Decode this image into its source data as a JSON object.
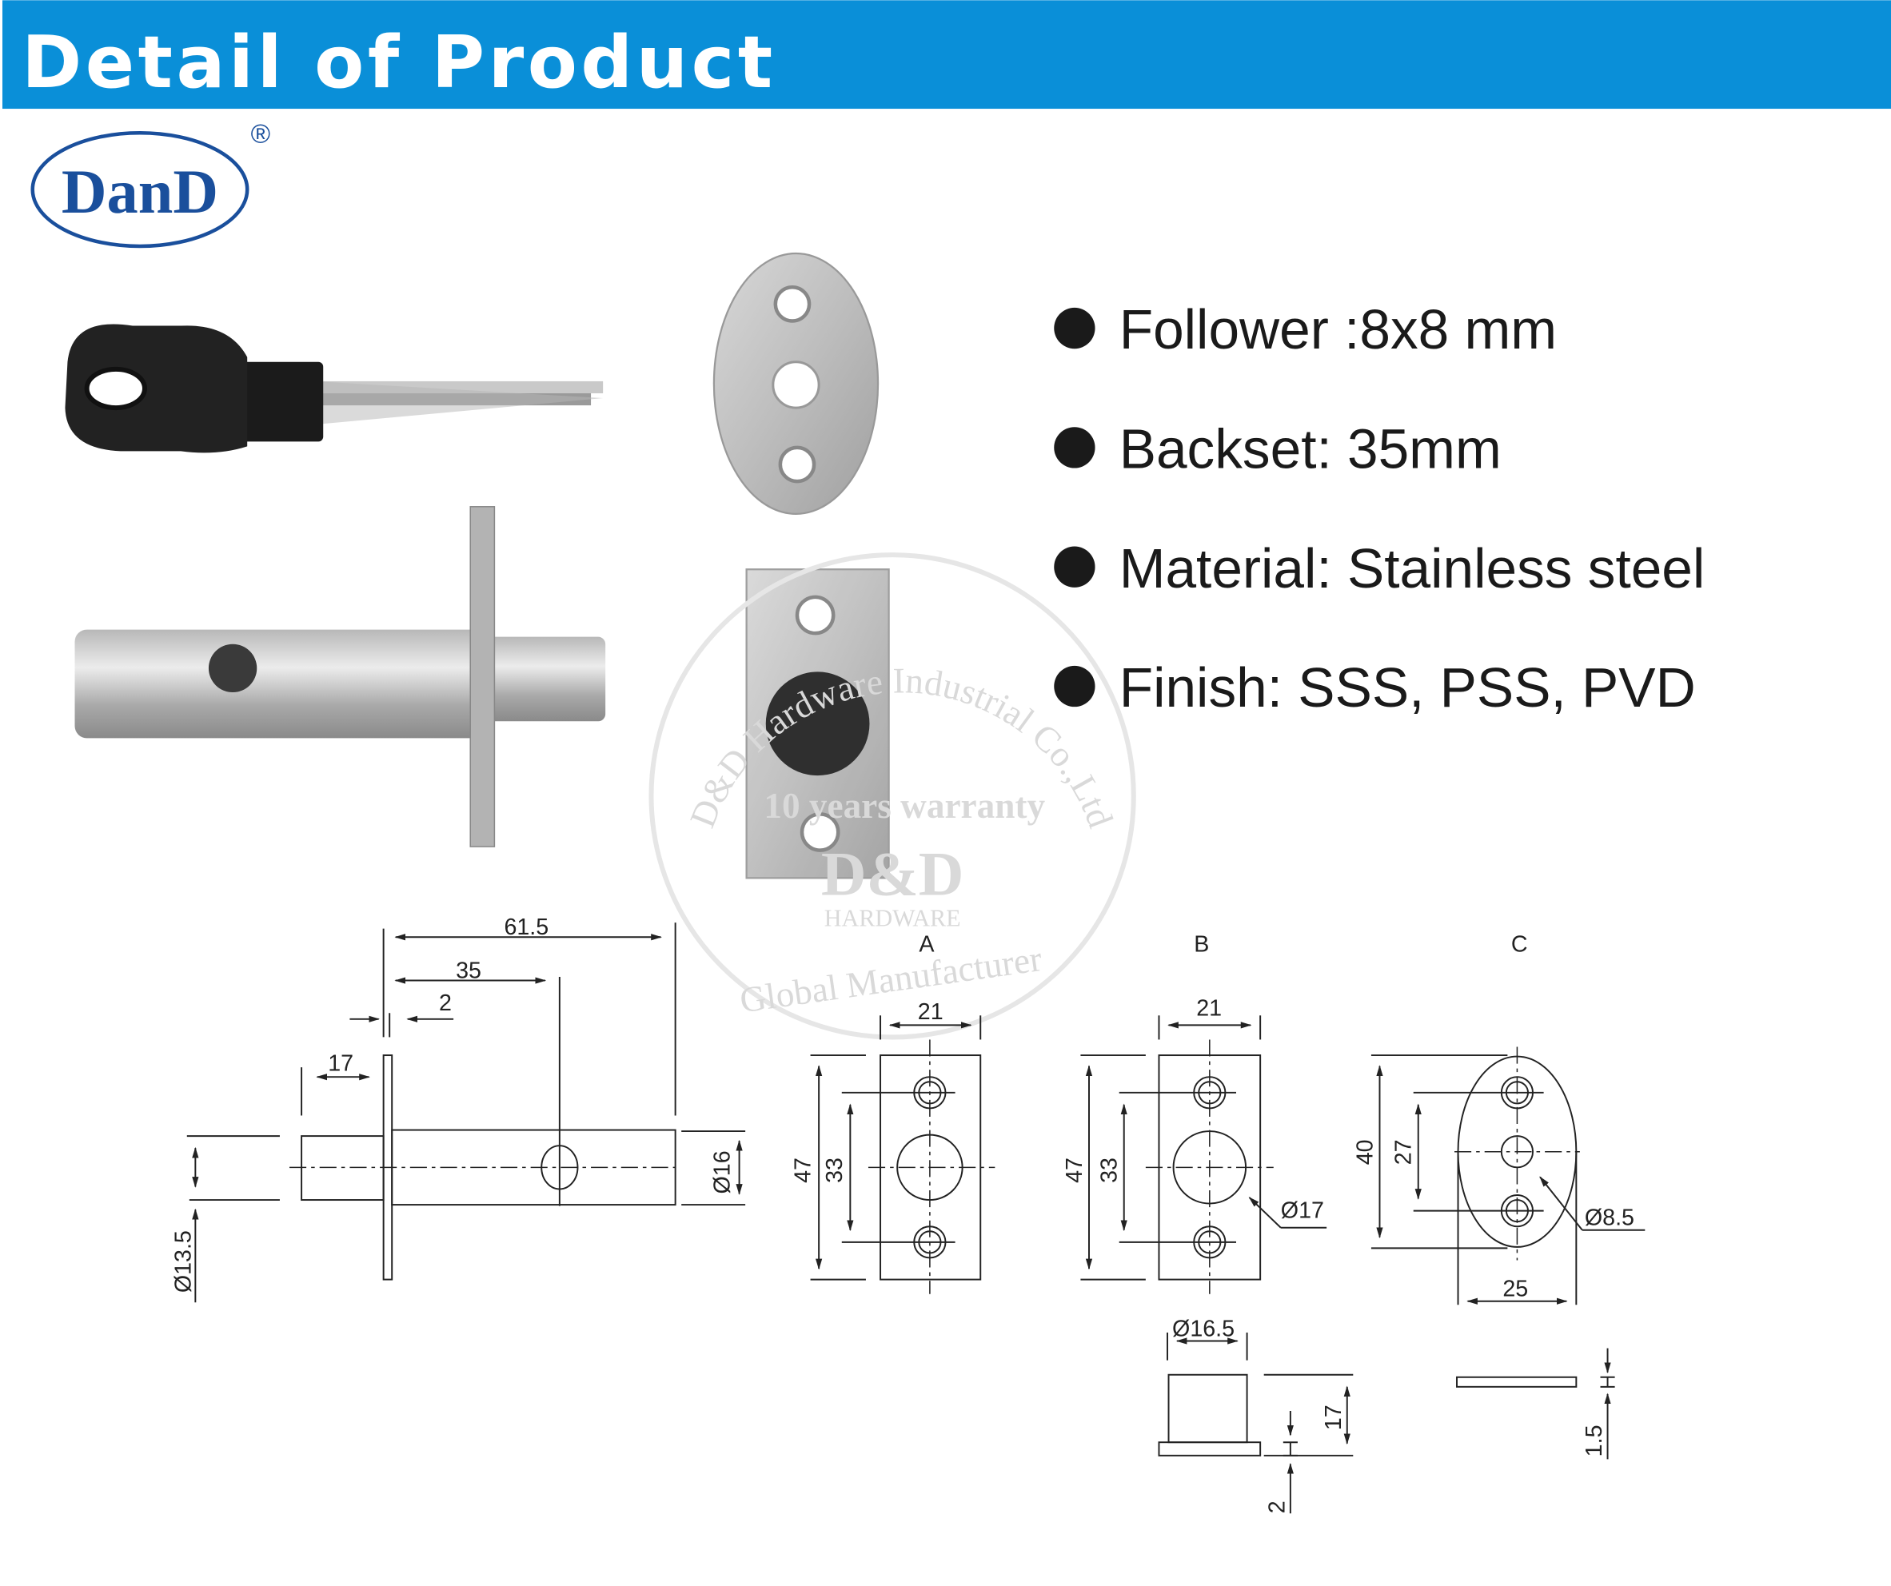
{
  "header": {
    "title": "Detail of Product",
    "background": "#0a8fd8"
  },
  "logo": {
    "text": "DanD",
    "registered": "®",
    "color": "#1a4f9c"
  },
  "watermark": {
    "lines": [
      "D&D Hardware Industrial Co.,Ltd",
      "10 years warranty",
      "D&D",
      "HARDWARE",
      "Global Manufacturer"
    ]
  },
  "specs": [
    {
      "icon": "bullet-dot",
      "text": "Follower :8x8 mm"
    },
    {
      "icon": "bullet-dot",
      "text": "Backset: 35mm"
    },
    {
      "icon": "bullet-dot",
      "text": "Material: Stainless steel"
    },
    {
      "icon": "bullet-dot",
      "text": "Finish: SSS, PSS, PVD"
    }
  ],
  "drawing": {
    "main": {
      "d1": "61.5",
      "d2": "35",
      "d3": "2",
      "d4": "17",
      "d5": "Ø16",
      "d6": "Ø13.5"
    },
    "a": {
      "label": "A",
      "w": "21",
      "h1": "47",
      "h2": "33"
    },
    "b": {
      "label": "B",
      "w": "21",
      "h1": "47",
      "h2": "33",
      "hole": "Ø17",
      "sleeve": "Ø16.5",
      "sh": "17",
      "flange": "2"
    },
    "c": {
      "label": "C",
      "w": "25",
      "h1": "40",
      "h2": "27",
      "hole": "Ø8.5",
      "t": "1.5"
    }
  }
}
